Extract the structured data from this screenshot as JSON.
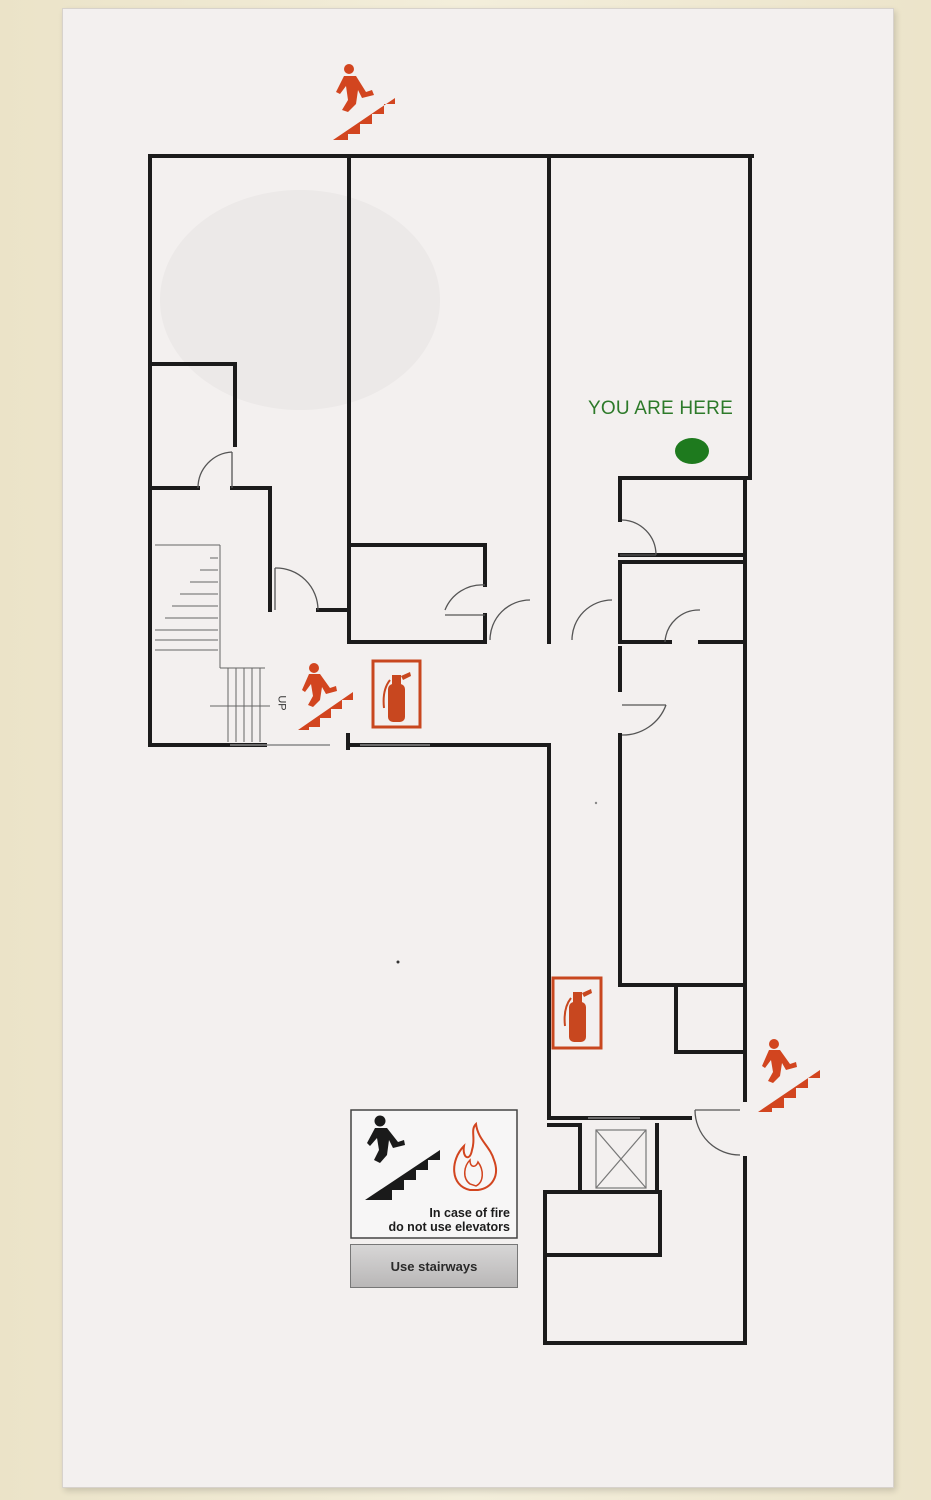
{
  "map": {
    "you_are_here": "YOU ARE HERE",
    "stair_label": "UP",
    "warning_line1": "In case of fire",
    "warning_line2": "do not use elevators",
    "use_stairways": "Use stairways"
  },
  "colors": {
    "wall": "#1b1b1b",
    "exit_red": "#d2451f",
    "extinguisher_red": "#c8471f",
    "you_are_here_green": "#1e7a1e",
    "paper": "#f2efef"
  },
  "icons": [
    "emergency-exit-icon",
    "fire-extinguisher-icon",
    "fire-flame-icon",
    "you-are-here-marker"
  ]
}
